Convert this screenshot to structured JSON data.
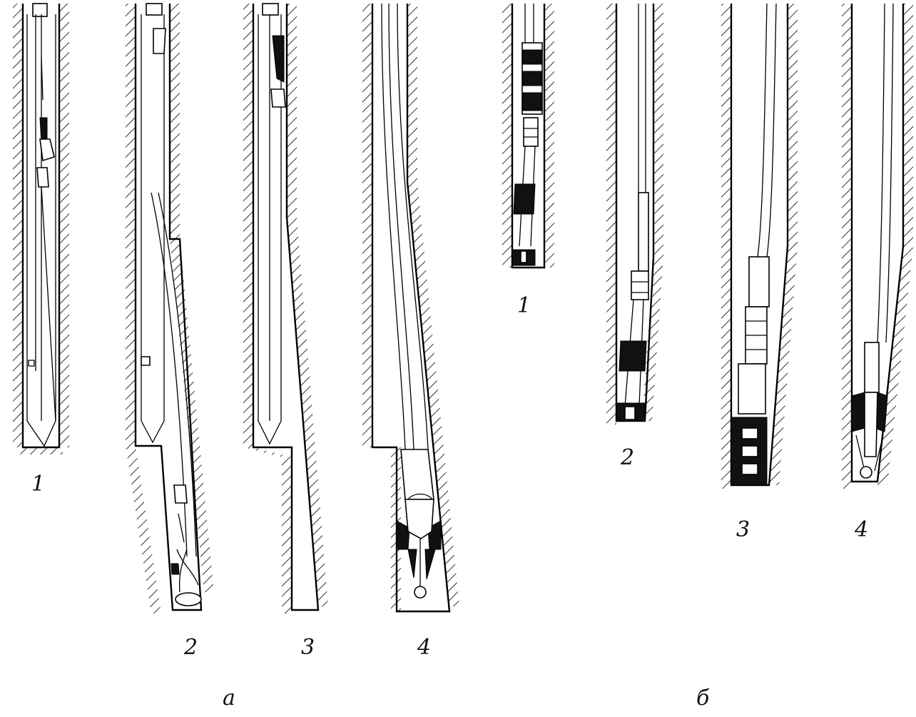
{
  "figure": {
    "group_a_label": "а",
    "group_b_label": "б",
    "group_a": [
      {
        "label": "1"
      },
      {
        "label": "2"
      },
      {
        "label": "3"
      },
      {
        "label": "4"
      }
    ],
    "group_b": [
      {
        "label": "1"
      },
      {
        "label": "2"
      },
      {
        "label": "3"
      },
      {
        "label": "4"
      }
    ]
  },
  "colors": {
    "ink": "#000000",
    "background": "#ffffff"
  }
}
